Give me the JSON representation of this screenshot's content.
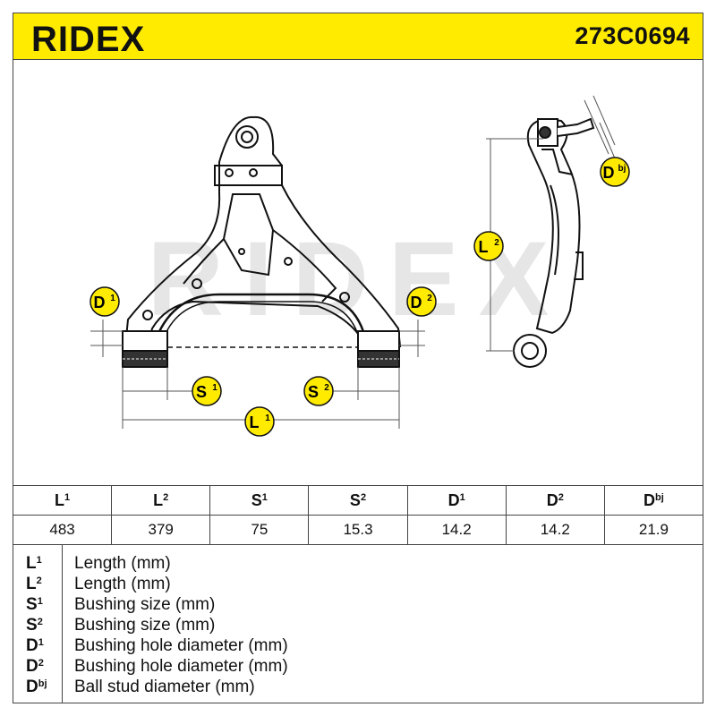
{
  "header": {
    "brand": "RIDEX",
    "part_number": "273C0694",
    "accent_color": "#ffeb00"
  },
  "diagram": {
    "watermark": "RIDEX",
    "labels": {
      "d1": {
        "main": "D",
        "sup": "1"
      },
      "d2": {
        "main": "D",
        "sup": "2"
      },
      "s1": {
        "main": "S",
        "sup": "1"
      },
      "s2": {
        "main": "S",
        "sup": "2"
      },
      "l1": {
        "main": "L",
        "sup": "1"
      },
      "l2": {
        "main": "L",
        "sup": "2"
      },
      "dbj": {
        "main": "D",
        "sup": "bj"
      }
    }
  },
  "specs": {
    "columns": [
      {
        "main": "L",
        "sup": "1",
        "value": "483"
      },
      {
        "main": "L",
        "sup": "2",
        "value": "379"
      },
      {
        "main": "S",
        "sup": "1",
        "value": "75"
      },
      {
        "main": "S",
        "sup": "2",
        "value": "15.3"
      },
      {
        "main": "D",
        "sup": "1",
        "value": "14.2"
      },
      {
        "main": "D",
        "sup": "2",
        "value": "14.2"
      },
      {
        "main": "D",
        "sup": "bj",
        "value": "21.9"
      }
    ]
  },
  "legend": [
    {
      "main": "L",
      "sup": "1",
      "desc": "Length (mm)"
    },
    {
      "main": "L",
      "sup": "2",
      "desc": "Length (mm)"
    },
    {
      "main": "S",
      "sup": "1",
      "desc": "Bushing size (mm)"
    },
    {
      "main": "S",
      "sup": "2",
      "desc": "Bushing size (mm)"
    },
    {
      "main": "D",
      "sup": "1",
      "desc": "Bushing hole diameter (mm)"
    },
    {
      "main": "D",
      "sup": "2",
      "desc": "Bushing hole diameter (mm)"
    },
    {
      "main": "D",
      "sup": "bj",
      "desc": "Ball stud diameter (mm)"
    }
  ]
}
